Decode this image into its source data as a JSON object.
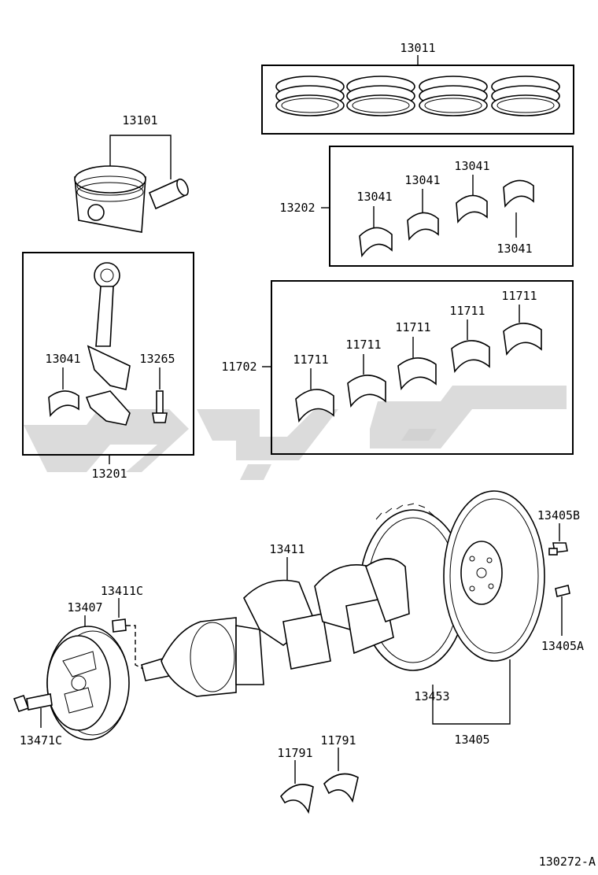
{
  "diagram_code": "130272-A",
  "labels": {
    "l13011": "13011",
    "l13101": "13101",
    "l13202": "13202",
    "l13041_a": "13041",
    "l13041_b": "13041",
    "l13041_c": "13041",
    "l13041_d": "13041",
    "l13041_e": "13041",
    "l13265": "13265",
    "l13201": "13201",
    "l11702": "11702",
    "l11711_a": "11711",
    "l11711_b": "11711",
    "l11711_c": "11711",
    "l11711_d": "11711",
    "l11711_e": "11711",
    "l13405B": "13405B",
    "l13405A": "13405A",
    "l13411": "13411",
    "l13411C": "13411C",
    "l13407": "13407",
    "l13471C": "13471C",
    "l13453": "13453",
    "l13405": "13405",
    "l11791_a": "11791",
    "l11791_b": "11791"
  },
  "colors": {
    "line": "#000000",
    "background": "#ffffff",
    "watermark": "#cfcfcf"
  }
}
